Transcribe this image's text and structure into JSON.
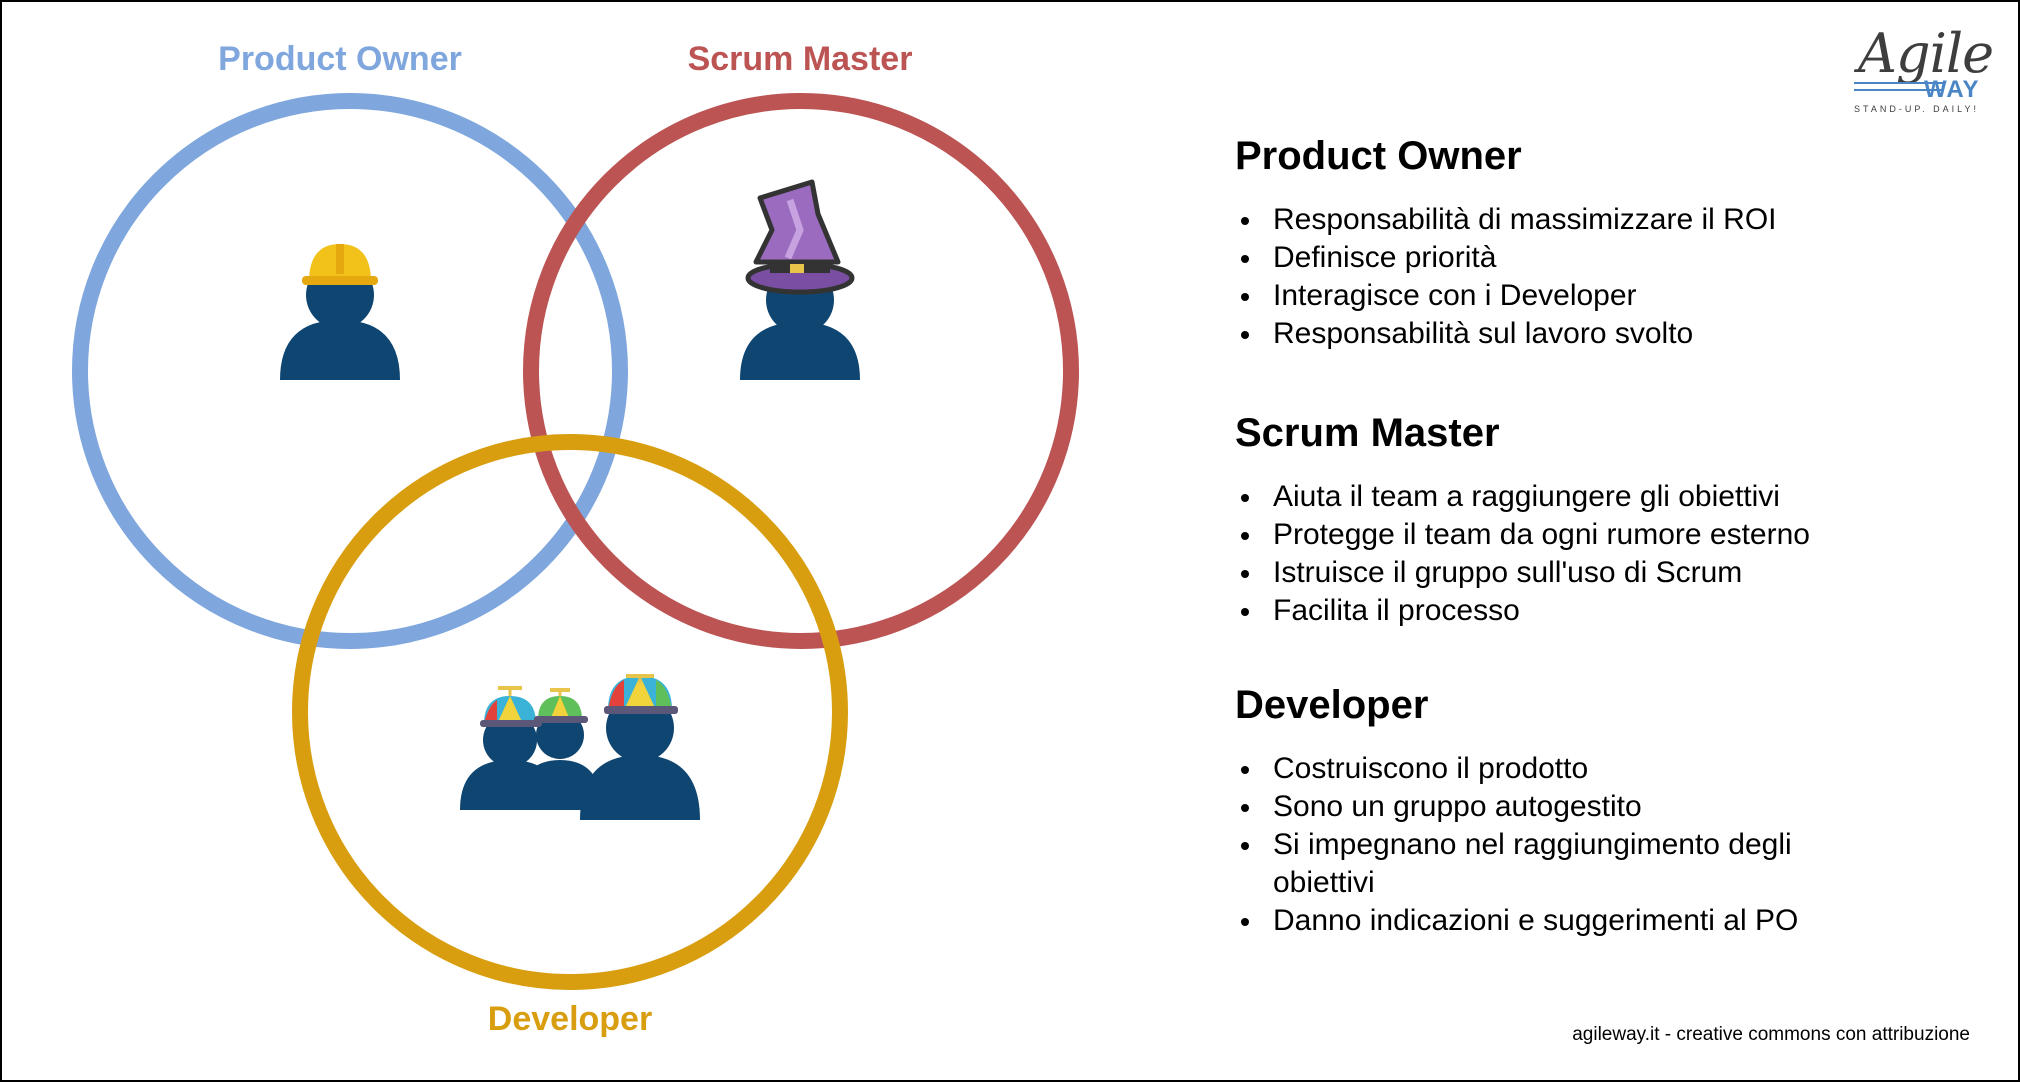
{
  "diagram": {
    "circles": [
      {
        "id": "po",
        "label": "Product Owner",
        "color": "#7fa7de"
      },
      {
        "id": "sm",
        "label": "Scrum Master",
        "color": "#bb5453"
      },
      {
        "id": "dev",
        "label": "Developer",
        "color": "#d89e10"
      }
    ],
    "figure_color": "#0e4571",
    "icons": [
      "hard-hat-person-icon",
      "wizard-hat-person-icon",
      "propeller-cap-group-icon"
    ]
  },
  "roles": [
    {
      "title": "Product Owner",
      "items": [
        "Responsabilità di massimizzare il ROI",
        "Definisce priorità",
        "Interagisce con i Developer",
        "Responsabilità sul lavoro svolto"
      ]
    },
    {
      "title": "Scrum Master",
      "items": [
        "Aiuta il team a raggiungere gli obiettivi",
        "Protegge il team da ogni rumore esterno",
        "Istruisce il gruppo sull'uso di Scrum",
        "Facilita il processo"
      ]
    },
    {
      "title": "Developer",
      "items": [
        "Costruiscono il prodotto",
        "Sono un gruppo autogestito",
        "Si impegnano nel raggiungimento degli obiettivi",
        "Danno indicazioni e suggerimenti al PO"
      ]
    }
  ],
  "logo": {
    "agile": "Agile",
    "way": "WAY",
    "tagline": "STAND-UP. DAILY!"
  },
  "footer": "agileway.it - creative commons con attribuzione"
}
